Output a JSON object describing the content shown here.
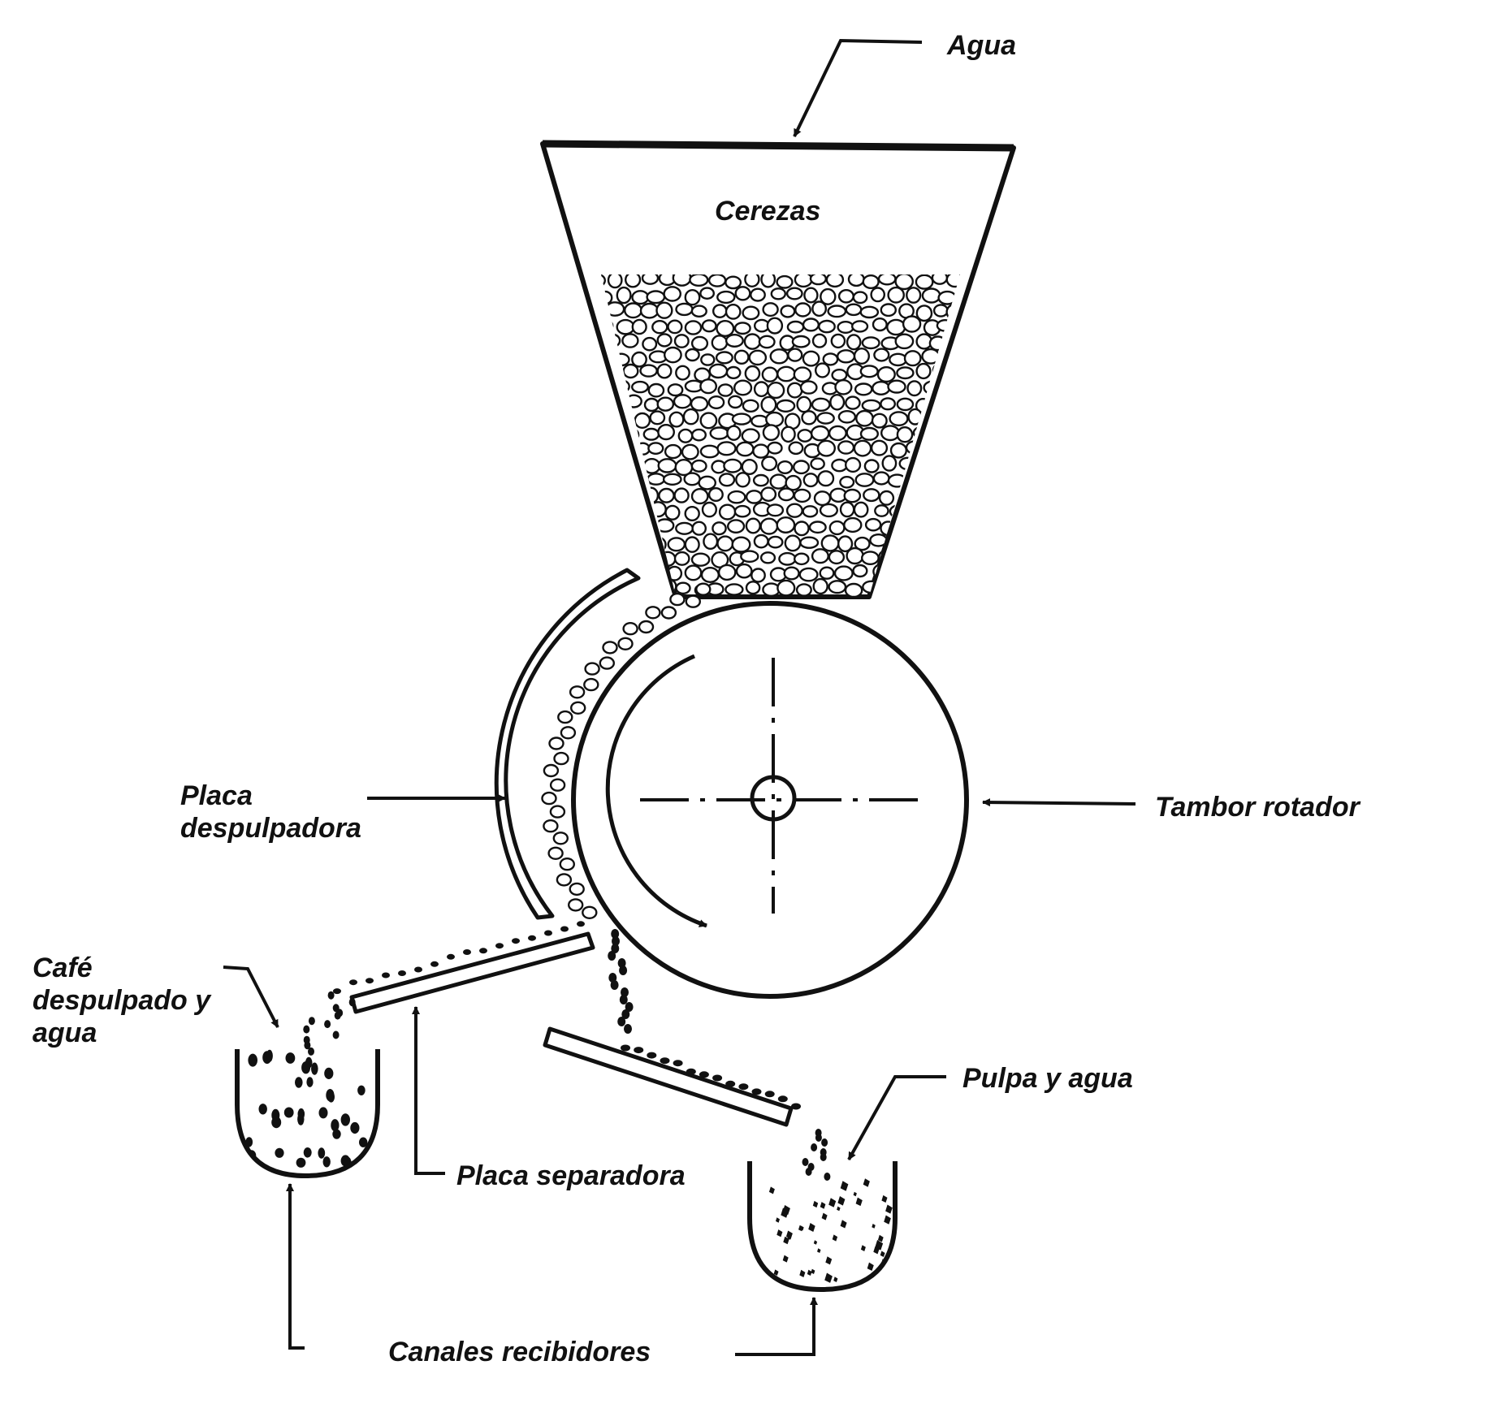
{
  "labels": {
    "agua": "Agua",
    "cerezas": "Cerezas",
    "placa_despulpadora": [
      "Placa",
      "despulpadora"
    ],
    "tambor_rotador": "Tambor rotador",
    "cafe_despulpado": [
      "Café",
      "despulpado y",
      "agua"
    ],
    "pulpa_y_agua": "Pulpa y agua",
    "placa_separadora": "Placa separadora",
    "canales_recibidores": "Canales recibidores"
  },
  "colors": {
    "ink": "#111111",
    "background": "#ffffff"
  }
}
